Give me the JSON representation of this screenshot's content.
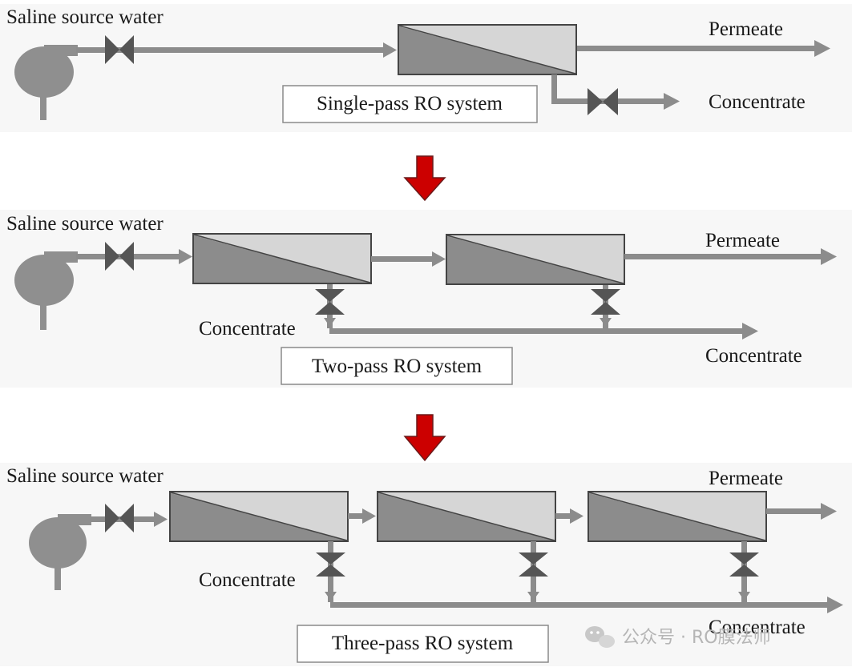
{
  "colors": {
    "pipe": "#8c8c8c",
    "pump": "#8f8f8f",
    "valve": "#555555",
    "membrane_light": "#d6d6d6",
    "membrane_dark": "#8c8c8c",
    "arrow_fill": "#cc0000",
    "arrow_stroke": "#6b1a1a",
    "watermark": "#b5b5b5"
  },
  "icons": [
    "pump-icon",
    "valve-icon",
    "pressure-vessel-icon",
    "down-arrow-icon",
    "wechat-icon"
  ],
  "single_pass": {
    "source_label": "Saline source water",
    "permeate_label": "Permeate",
    "concentrate_label": "Concentrate",
    "caption": "Single-pass RO system"
  },
  "two_pass": {
    "source_label": "Saline source water",
    "permeate_label": "Permeate",
    "concentrate_left_label": "Concentrate",
    "concentrate_right_label": "Concentrate",
    "caption": "Two-pass RO system"
  },
  "three_pass": {
    "source_label": "Saline source water",
    "permeate_label": "Permeate",
    "concentrate_left_label": "Concentrate",
    "concentrate_right_label": "Concentrate",
    "caption": "Three-pass RO system"
  },
  "watermark": {
    "text": "公众号 · RO膜法师"
  }
}
